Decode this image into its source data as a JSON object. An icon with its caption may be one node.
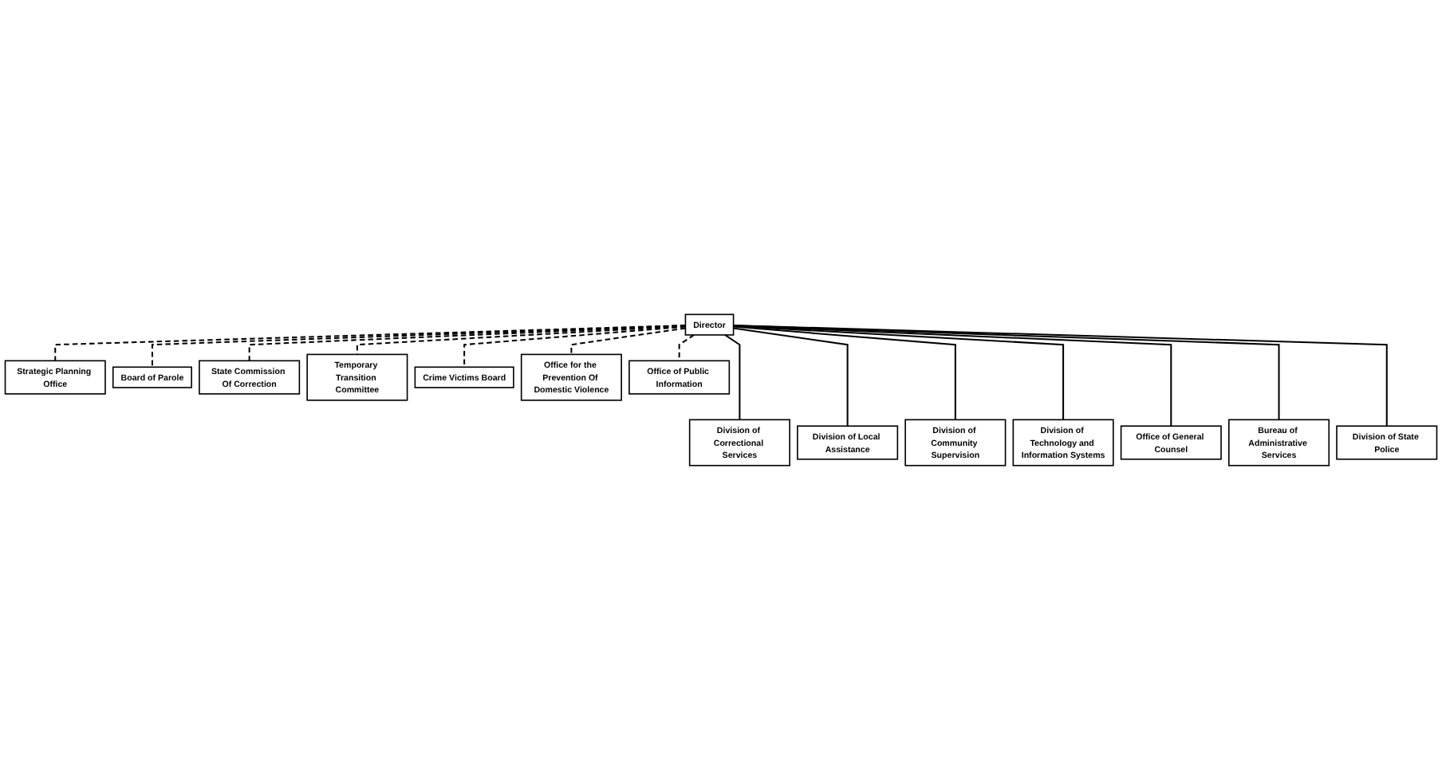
{
  "diagram": {
    "nodes": [
      {
        "text": [
          "Director"
        ]
      },
      {
        "text": [
          "Strategic Planning Office"
        ]
      },
      {
        "text": [
          "Board of Parole"
        ]
      },
      {
        "text": [
          "State Commission Of Correction"
        ]
      },
      {
        "text": [
          "Temporary Transition Committee"
        ]
      },
      {
        "text": [
          "Crime Victims Board"
        ]
      },
      {
        "text": [
          "Office for the Prevention Of Domestic Violence"
        ]
      },
      {
        "text": [
          "Office of Public Information"
        ]
      },
      {
        "text": [
          "Division of Correctional Services"
        ]
      },
      {
        "text": [
          "Division of Local Assistance"
        ]
      },
      {
        "text": [
          "Division of Community Supervision"
        ]
      },
      {
        "text": [
          "Division of Technology and Information Systems"
        ]
      },
      {
        "text": [
          "Office of General Counsel"
        ]
      },
      {
        "text": [
          "Bureau of Administrative Services"
        ]
      },
      {
        "text": [
          "Division of State Police"
        ]
      }
    ],
    "edges": [
      {
        "from": 0,
        "to": 1,
        "arrow": "none",
        "style": "dashed"
      },
      {
        "from": 0,
        "to": 2,
        "arrow": "none",
        "style": "dashed"
      },
      {
        "from": 0,
        "to": 3,
        "arrow": "none",
        "style": "dashed"
      },
      {
        "from": 0,
        "to": 4,
        "arrow": "none",
        "style": "dashed"
      },
      {
        "from": 0,
        "to": 5,
        "arrow": "none",
        "style": "dashed"
      },
      {
        "from": 0,
        "to": 6,
        "arrow": "none",
        "style": "dashed"
      },
      {
        "from": 0,
        "to": 7,
        "arrow": "none",
        "style": "dashed"
      },
      {
        "from": 0,
        "to": 8,
        "arrow": "none"
      },
      {
        "from": 0,
        "to": 9,
        "arrow": "none"
      },
      {
        "from": 0,
        "to": 10,
        "arrow": "none"
      },
      {
        "from": 0,
        "to": 11,
        "arrow": "none"
      },
      {
        "from": 0,
        "to": 12,
        "arrow": "none"
      },
      {
        "from": 0,
        "to": 13,
        "arrow": "none"
      },
      {
        "from": 0,
        "to": 14,
        "arrow": "none"
      }
    ]
  }
}
